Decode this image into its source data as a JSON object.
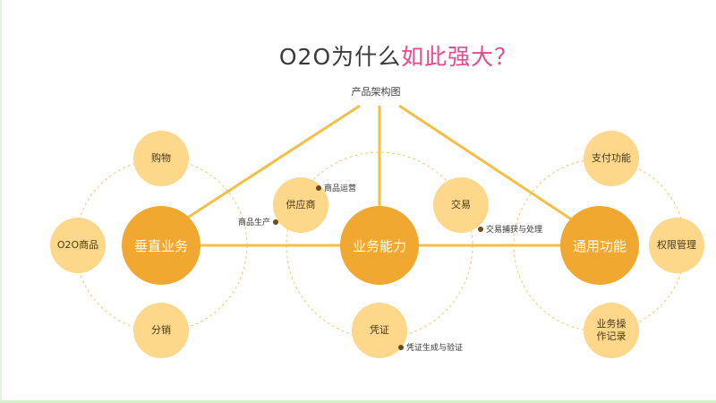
{
  "title": {
    "normal": "O2O为什么",
    "accent": "如此强大？"
  },
  "subtitle": "产品架构图",
  "nodes": {
    "vertical": "垂直业务",
    "capability": "业务能力",
    "general": "通用功能",
    "shopping": "购物",
    "o2o_goods": "O2O商品",
    "distribution": "分销",
    "supplier": "供应商",
    "trade": "交易",
    "voucher": "凭证",
    "payment": "支付功能",
    "permission": "权限管理",
    "operation_log": "业务操作记录"
  },
  "annotations": {
    "goods_ops": "商品运营",
    "goods_production": "商品生产",
    "trade_capture": "交易捕获与处理",
    "voucher_gen": "凭证生成与验证"
  },
  "colors": {
    "big_node": "#f0a830",
    "small_node": "#fdd78a",
    "line": "#f3bf45",
    "title_accent": "#e64a8f",
    "dashed": "#f0c878"
  }
}
